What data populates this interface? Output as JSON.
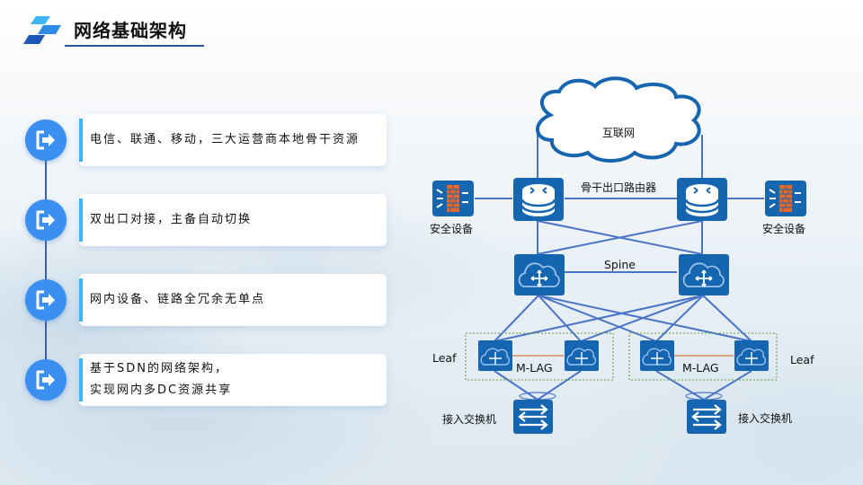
{
  "header": {
    "title": "网络基础架构",
    "logo_icon": "stacked-parallelograms-logo"
  },
  "features": [
    {
      "icon": "exit-arrow-icon",
      "lines": [
        "电信、联通、移动，三大运营商本地骨干资源"
      ]
    },
    {
      "icon": "exit-arrow-icon",
      "lines": [
        "双出口对接，主备自动切换"
      ]
    },
    {
      "icon": "exit-arrow-icon",
      "lines": [
        "网内设备、链路全冗余无单点"
      ]
    },
    {
      "icon": "exit-arrow-icon",
      "lines": [
        "基于SDN的网络架构，",
        "实现网内多DC资源共享"
      ]
    }
  ],
  "diagram": {
    "internet_label": "互联网",
    "router_label": "骨干出口路由器",
    "security_left_label": "安全设备",
    "security_right_label": "安全设备",
    "spine_label": "Spine",
    "leaf_left_label": "Leaf",
    "leaf_right_label": "Leaf",
    "mlag_left_label": "M-LAG",
    "mlag_right_label": "M-LAG",
    "access_left_label": "接入交换机",
    "access_right_label": "接入交换机"
  },
  "colors": {
    "device_blue": "#1565b0",
    "link_blue": "#4a74c8",
    "bullet_blue": "#3b8ff0",
    "accent_cyan": "#3fb4f6",
    "firewall_orange": "#e8672a",
    "mlag_orange": "#d9763a",
    "group_green": "#5f9a3a"
  }
}
